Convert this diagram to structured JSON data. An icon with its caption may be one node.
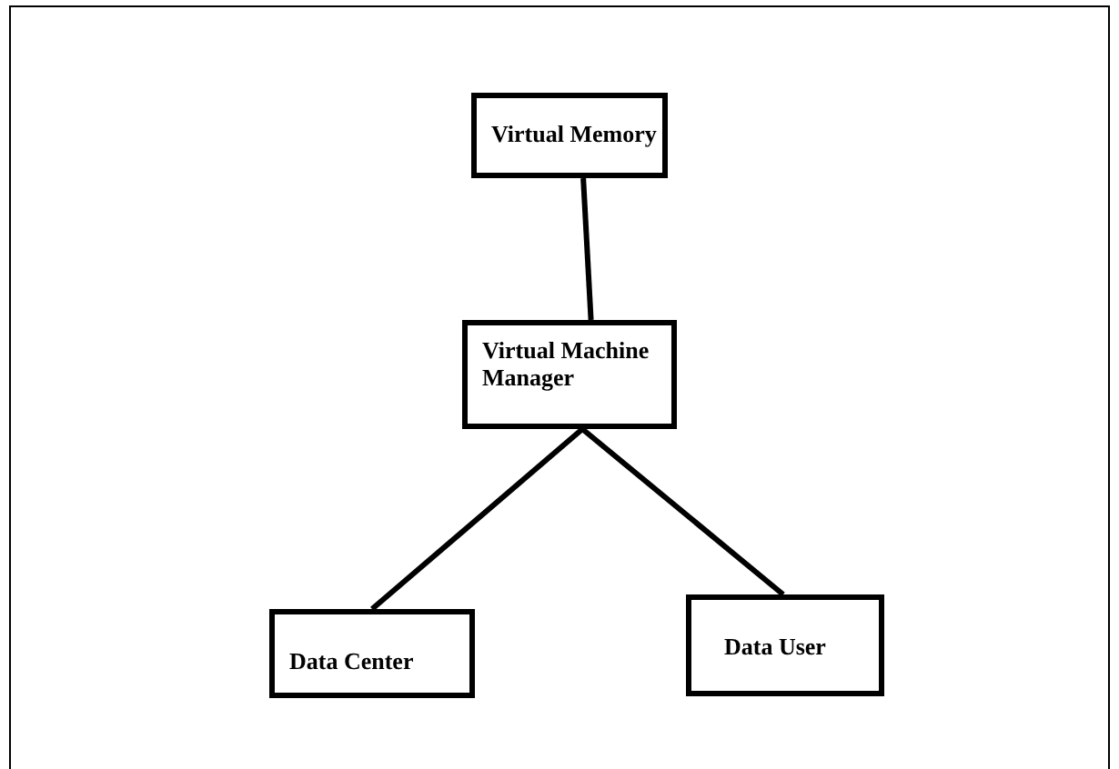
{
  "diagram": {
    "nodes": [
      {
        "text": [
          "Virtual Memory"
        ]
      },
      {
        "text": [
          "Virtual Machine Manager"
        ]
      },
      {
        "text": [
          "Data Center"
        ]
      },
      {
        "text": [
          "Data User"
        ]
      }
    ],
    "edges": [
      {
        "from": 0,
        "to": 1,
        "arrow": "none"
      },
      {
        "from": 1,
        "to": 2,
        "arrow": "none"
      },
      {
        "from": 1,
        "to": 3,
        "arrow": "none"
      }
    ]
  }
}
